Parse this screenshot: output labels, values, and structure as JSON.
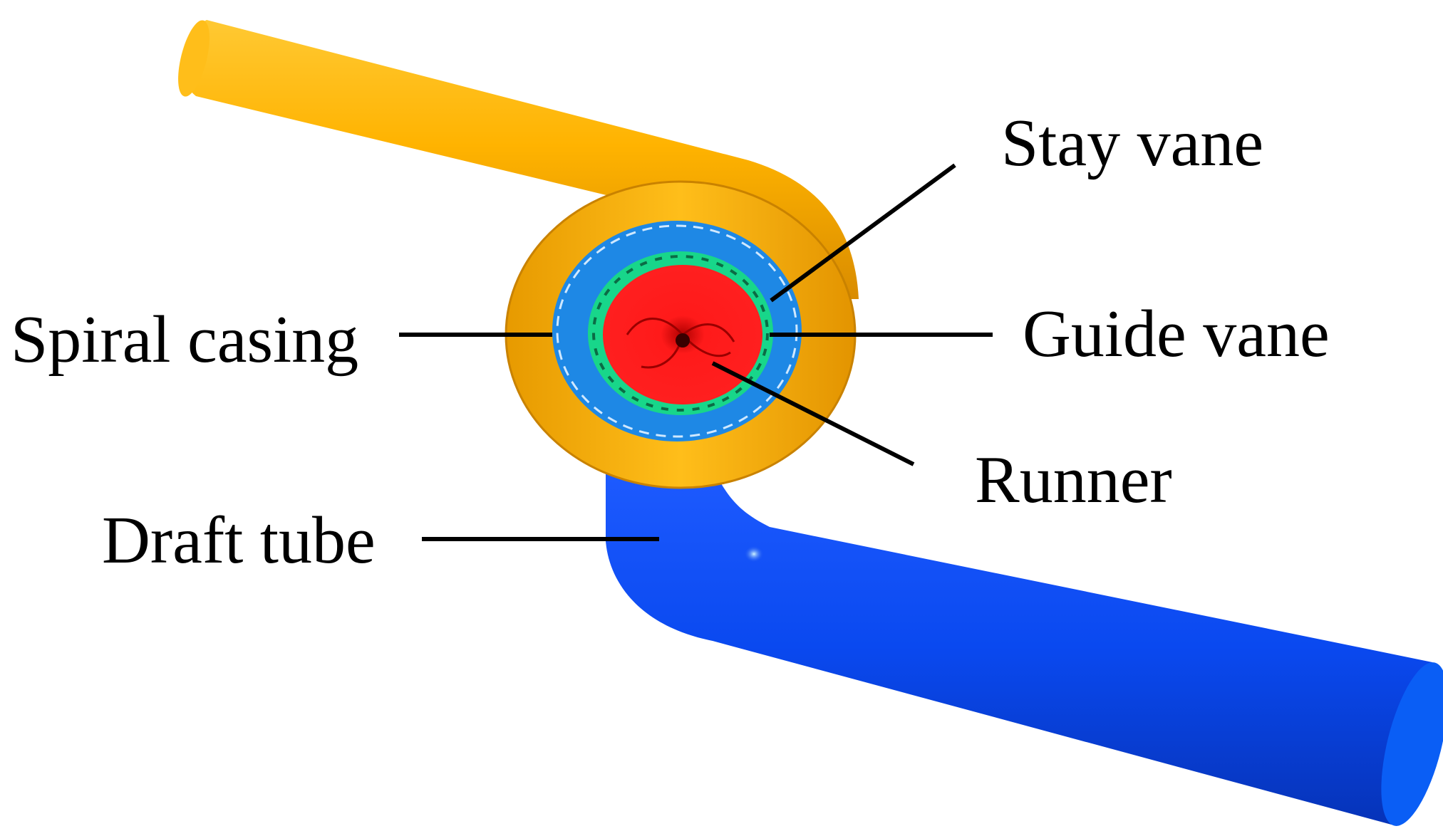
{
  "figure": {
    "labels": {
      "stay_vane": "Stay vane",
      "spiral_casing": "Spiral casing",
      "guide_vane": "Guide vane",
      "runner": "Runner",
      "draft_tube": "Draft tube"
    },
    "colors": {
      "spiral_casing": "#FFB300",
      "spiral_casing_dark": "#D98C00",
      "stay_vane": "#1E88E5",
      "guide_vane": "#18D68A",
      "runner": "#FF1A1A",
      "draft_tube": "#0A49F0",
      "draft_tube_dark": "#0633B8",
      "leader_line": "#000000",
      "background": "#FFFFFF"
    }
  }
}
